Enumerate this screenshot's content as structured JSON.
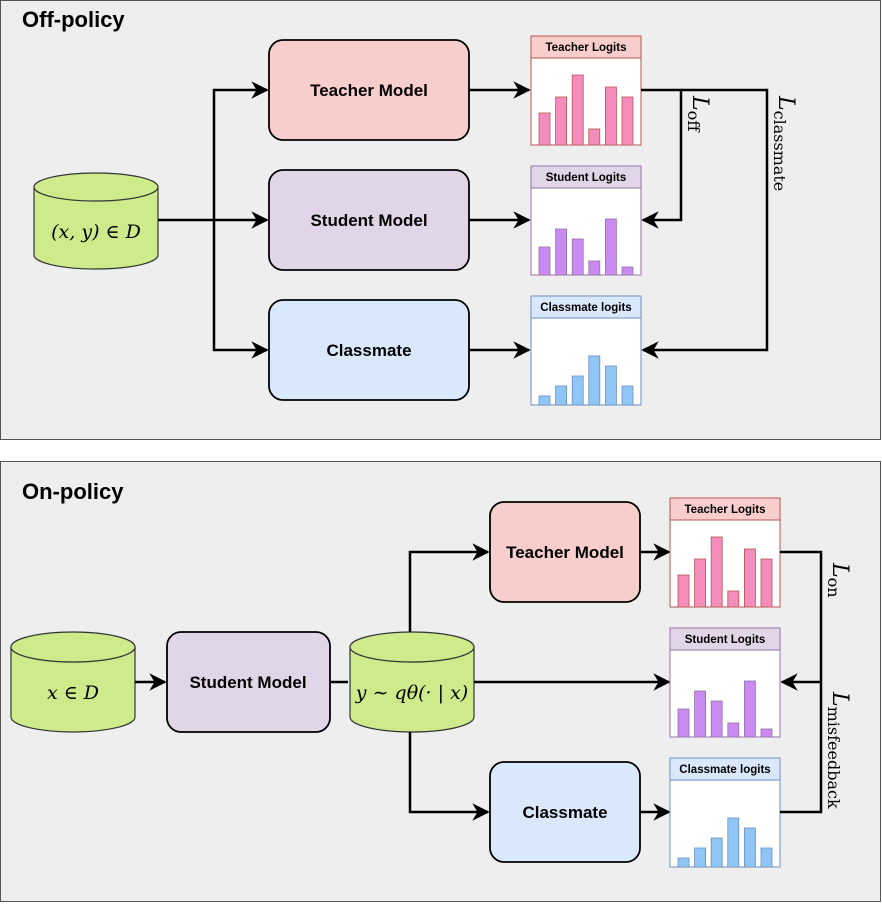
{
  "colors": {
    "panel_bg": "#eeeeee",
    "teacher_fill": "#f8cecc",
    "student_fill": "#e1d5e7",
    "classmate_fill": "#dae8fc",
    "data_fill": "#cdeb8b",
    "teacher_bar": "#f48cbc",
    "student_bar": "#c98af2",
    "classmate_bar": "#90c6f5",
    "teacher_header": "#f8cecc",
    "student_header": "#e1d5e7",
    "classmate_header": "#dae8fc"
  },
  "off_policy": {
    "title": "Off-policy",
    "dataset_label": "(x, y) ∈ D",
    "teacher_label": "Teacher Model",
    "student_label": "Student Model",
    "classmate_label": "Classmate",
    "teacher_logits_title": "Teacher Logits",
    "student_logits_title": "Student Logits",
    "classmate_logits_title": "Classmate logits",
    "loss_off": {
      "main": "L",
      "sub": "off"
    },
    "loss_classmate": {
      "main": "L",
      "sub": "classmate"
    }
  },
  "on_policy": {
    "title": "On-policy",
    "dataset_label": "x ∈ D",
    "student_label": "Student Model",
    "sample_label": "y ∼ qθ(· | x)",
    "teacher_label": "Teacher Model",
    "classmate_label": "Classmate",
    "teacher_logits_title": "Teacher Logits",
    "student_logits_title": "Student Logits",
    "classmate_logits_title": "Classmate logits",
    "loss_on": {
      "main": "L",
      "sub": "on"
    },
    "loss_misfeedback": {
      "main": "L",
      "sub": "misfeedback"
    }
  },
  "chart_data": [
    {
      "type": "bar",
      "title": "Teacher Logits",
      "values": [
        32,
        48,
        70,
        16,
        58,
        48
      ]
    },
    {
      "type": "bar",
      "title": "Student Logits",
      "values": [
        28,
        46,
        36,
        14,
        56,
        8
      ]
    },
    {
      "type": "bar",
      "title": "Classmate logits",
      "values": [
        9,
        19,
        29,
        49,
        39,
        19
      ]
    }
  ]
}
